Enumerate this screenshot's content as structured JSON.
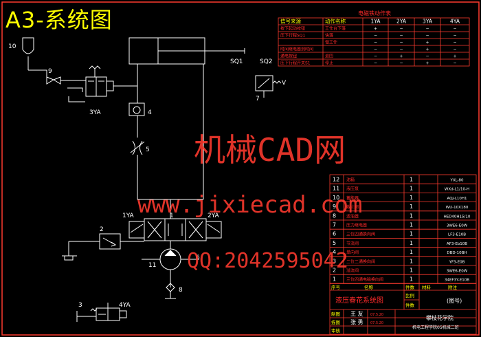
{
  "title": "A3-系统图",
  "components": {
    "c10": "10",
    "c9": "9",
    "c3ya": "3YA",
    "c4": "4",
    "c5": "5",
    "sq1": "SQ1",
    "sq2": "SQ2",
    "c7": "7",
    "c1ya": "1YA",
    "c1": "1",
    "c2ya": "2YA",
    "c2": "2",
    "c3": "3",
    "c4ya": "4YA",
    "c11": "11",
    "c6": "6",
    "c8": "8",
    "v": "V"
  },
  "action_table": {
    "title": "电磁铁动作表",
    "headers": [
      "信号来源",
      "动作名称",
      "1YA",
      "2YA",
      "3YA",
      "4YA"
    ],
    "rows": [
      [
        "按下起动按钮",
        "工作台下落",
        "+",
        "−",
        "−",
        "−"
      ],
      [
        "压下行程SQ1",
        "快落",
        "−",
        "−",
        "−",
        "−"
      ],
      [
        "",
        "慢工作",
        "−",
        "−",
        "+",
        "−"
      ],
      [
        "时间继电器到时间",
        "",
        "−",
        "−",
        "+",
        "−"
      ],
      [
        "通电按钮",
        "退回",
        "−",
        "+",
        "−",
        "+"
      ],
      [
        "压下行程开关S1",
        "停止",
        "−",
        "−",
        "+",
        "−"
      ]
    ]
  },
  "parts_list": {
    "rows": [
      [
        "12",
        "油箱",
        "1",
        "YXL-80"
      ],
      [
        "11",
        "液压泵",
        "1",
        "WXd-L1/10-H"
      ],
      [
        "10",
        "蓄能器",
        "1",
        "AQJ-L10H1"
      ],
      [
        "9",
        "截止阀",
        "1",
        "WU-10X180"
      ],
      [
        "8",
        "滤油器",
        "1",
        "HED40H15/10"
      ],
      [
        "7",
        "压力继电器",
        "1",
        "3WE6-E0W"
      ],
      [
        "6",
        "三位四通换向阀",
        "1",
        "LF3-E10B"
      ],
      [
        "5",
        "节流阀",
        "1",
        "AF3-Eb10B"
      ],
      [
        "4",
        "单向阀",
        "1",
        "DBD-10BH"
      ],
      [
        "3",
        "二位二通换向阀",
        "1",
        "YF3-E0B"
      ],
      [
        "2",
        "溢流阀",
        "1",
        "3WE6-E0W"
      ],
      [
        "1",
        "三位四通电磁换向阀",
        "1",
        "34EF3Y-E10B"
      ]
    ],
    "footer_headers": [
      "序号",
      "名称",
      "件数",
      "材料",
      "附注"
    ],
    "drawing_title": "液压春花系统图",
    "scale_label": "比例",
    "count_label": "件数",
    "drawing_number": "(图号)",
    "designer_role": "制图",
    "designer_name": "王 友",
    "designer_date": "07.5.20",
    "checker_role": "描图",
    "checker_name": "张 勇",
    "checker_date": "07.5.20",
    "reviewer_role": "审核",
    "school": "攀枝花学院",
    "department": "机电工程学院05机械二班"
  },
  "watermark": {
    "line1": "机械CAD网",
    "line2": "www.jixiecad.com",
    "line3": "QQ:2042595042"
  },
  "colors": {
    "background": "#000000",
    "lines": "#ffffff",
    "frame": "#ff3b2f",
    "title_text": "#ffff00",
    "table_text": "#ff2a2a",
    "watermark": "#ff3b2f"
  }
}
